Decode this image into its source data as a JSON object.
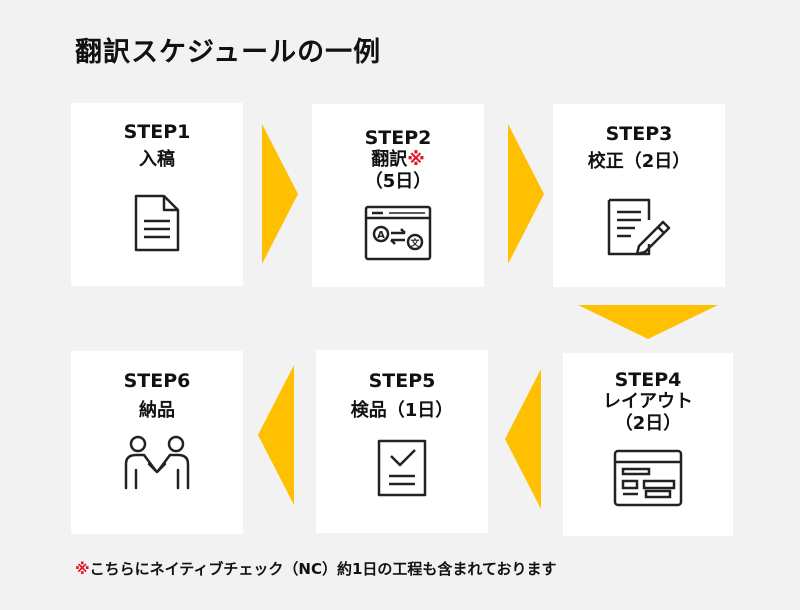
{
  "title": "翻訳スケジュールの一例",
  "accent_color": "#fec000",
  "steps": [
    {
      "step": "STEP1",
      "line1": "入稿",
      "icon": "document-icon"
    },
    {
      "step": "STEP2",
      "line1": "翻訳",
      "mark": "※",
      "line2": "（5日）",
      "icon": "translation-browser-icon"
    },
    {
      "step": "STEP3",
      "line1": "校正（2日）",
      "icon": "edit-document-icon"
    },
    {
      "step": "STEP4",
      "line1": "レイアウト",
      "line2": "（2日）",
      "icon": "layout-window-icon"
    },
    {
      "step": "STEP5",
      "line1": "検品（1日）",
      "icon": "checklist-icon"
    },
    {
      "step": "STEP6",
      "line1": "納品",
      "icon": "handshake-icon"
    }
  ],
  "note": {
    "mark": "※",
    "text": "こちらにネイティブチェック（NC）約1日の工程も含まれております"
  }
}
